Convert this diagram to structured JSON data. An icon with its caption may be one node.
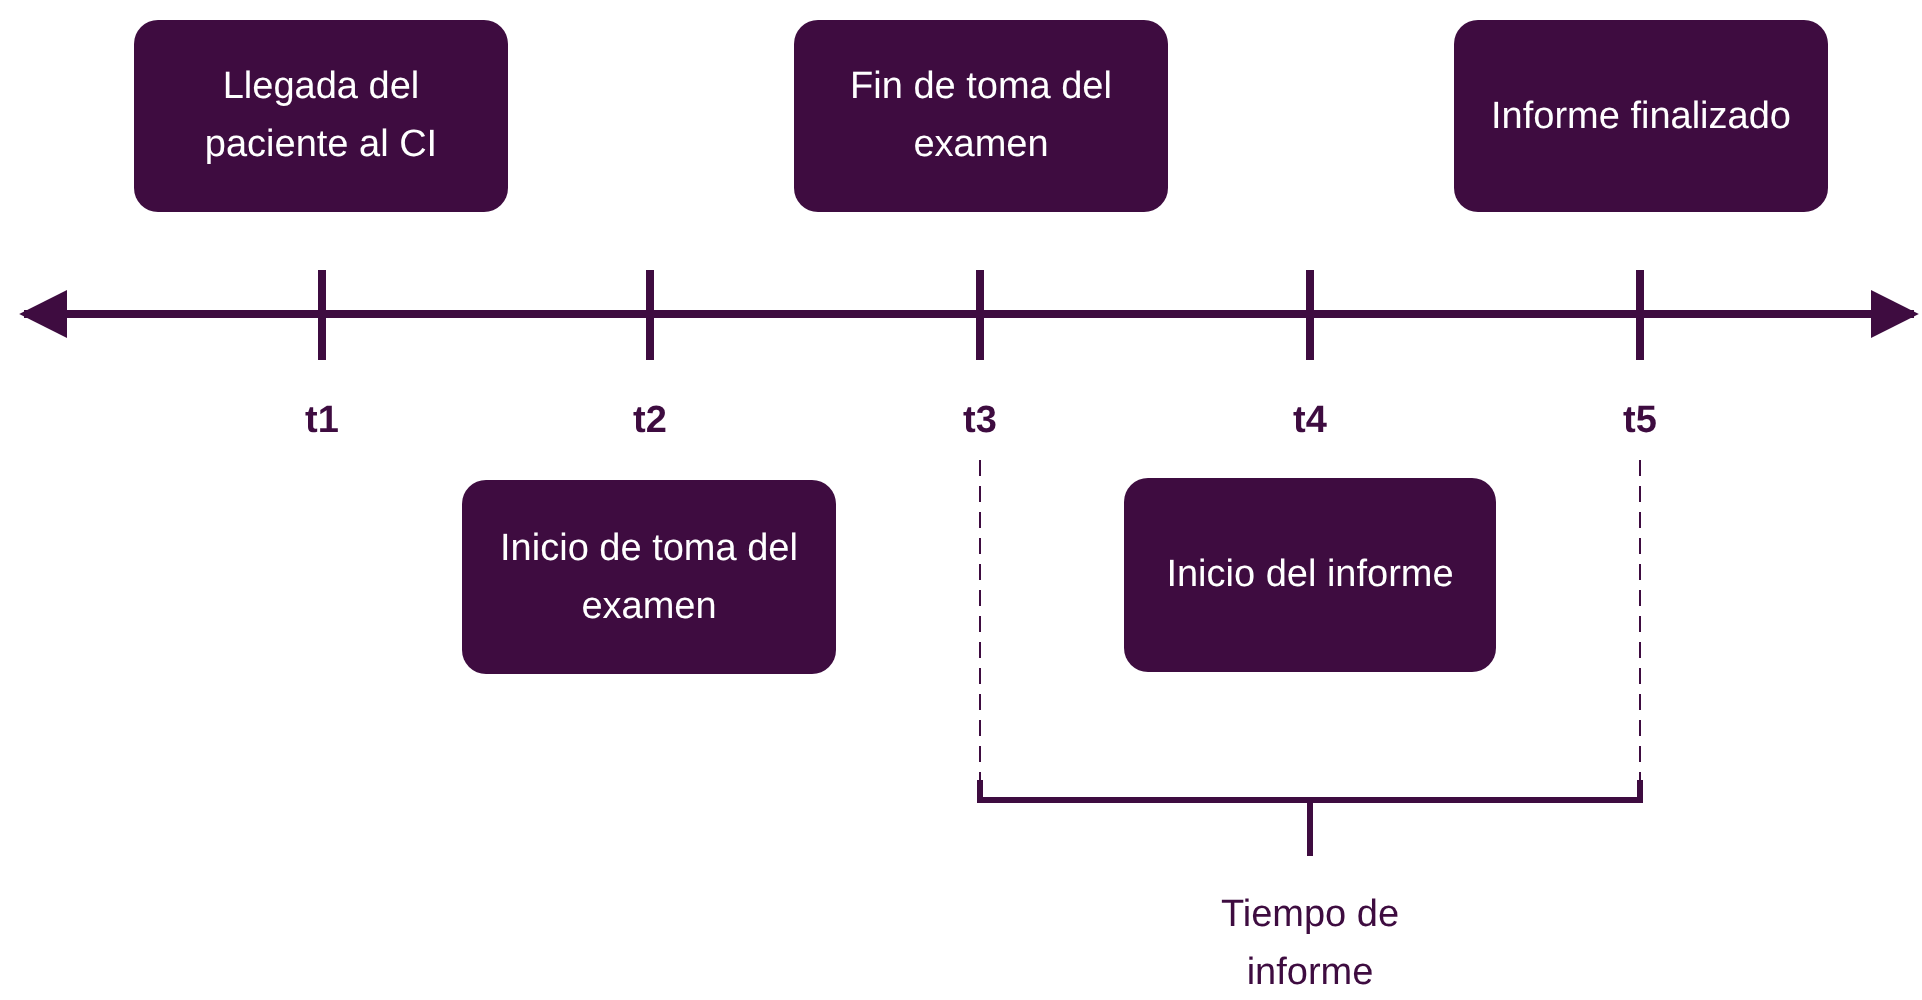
{
  "diagram": {
    "nodes": [
      {
        "text": [
          "Llegada del paciente al CI"
        ]
      },
      {
        "text": [
          "Fin de toma del examen"
        ]
      },
      {
        "text": [
          "Informe finalizado"
        ]
      },
      {
        "text": [
          "Inicio de toma del examen"
        ]
      },
      {
        "text": [
          "Inicio del informe"
        ]
      }
    ],
    "labels": [
      "t1",
      "t2",
      "t3",
      "t4",
      "t5",
      "Tiempo de informe"
    ]
  }
}
